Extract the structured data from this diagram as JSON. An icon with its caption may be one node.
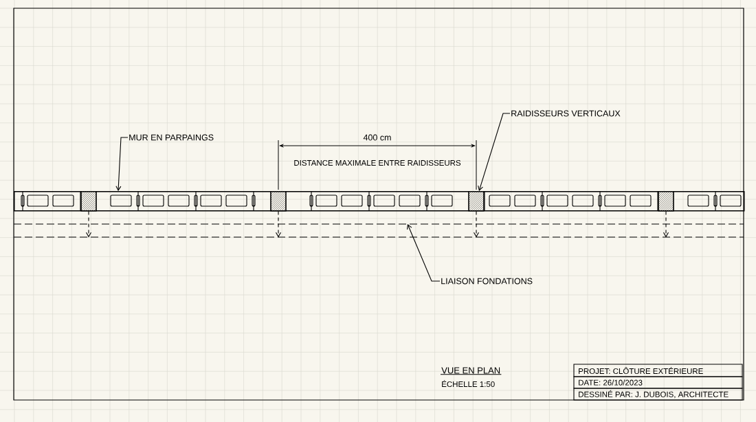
{
  "diagram": {
    "nodes": [
      {
        "text": [
          "RAIDISSEURS VERTICAUX"
        ]
      },
      {
        "text": [
          "MUR EN PARPAINGS"
        ]
      },
      {
        "text": [],
        "shape": "bar"
      },
      {
        "text": [],
        "shape": "box",
        "in": 2
      },
      {
        "text": [],
        "shape": "box",
        "in": 2
      },
      {
        "text": [],
        "shape": "box",
        "in": 2
      },
      {
        "text": [],
        "shape": "box",
        "in": 2
      },
      {
        "text": [],
        "shape": "bar"
      },
      {
        "text": [
          "LIAISON FONDATIONS"
        ]
      }
    ],
    "edges": [
      {
        "from": 0,
        "to": 5,
        "arrow": "to"
      },
      {
        "from": 1,
        "to": 2,
        "arrow": "to"
      },
      {
        "from": 8,
        "to": 7,
        "arrow": "to"
      },
      {
        "from": 3,
        "to": 7,
        "arrow": "to",
        "style": "dashed"
      },
      {
        "from": 4,
        "to": 7,
        "arrow": "to",
        "style": "dashed"
      },
      {
        "from": 5,
        "to": 7,
        "arrow": "to",
        "style": "dashed"
      },
      {
        "from": 6,
        "to": 7,
        "arrow": "to",
        "style": "dashed"
      }
    ],
    "labels": [
      "400 cm",
      "DISTANCE MAXIMALE ENTRE RAIDISSEURS",
      "VUE EN PLAN",
      "ÉCHELLE 1:50",
      "PROJET: CLÔTURE EXTÉRIEURE",
      "DATE: 26/10/2023",
      "DESSINÉ PAR: J. DUBOIS, ARCHITECTE"
    ]
  }
}
